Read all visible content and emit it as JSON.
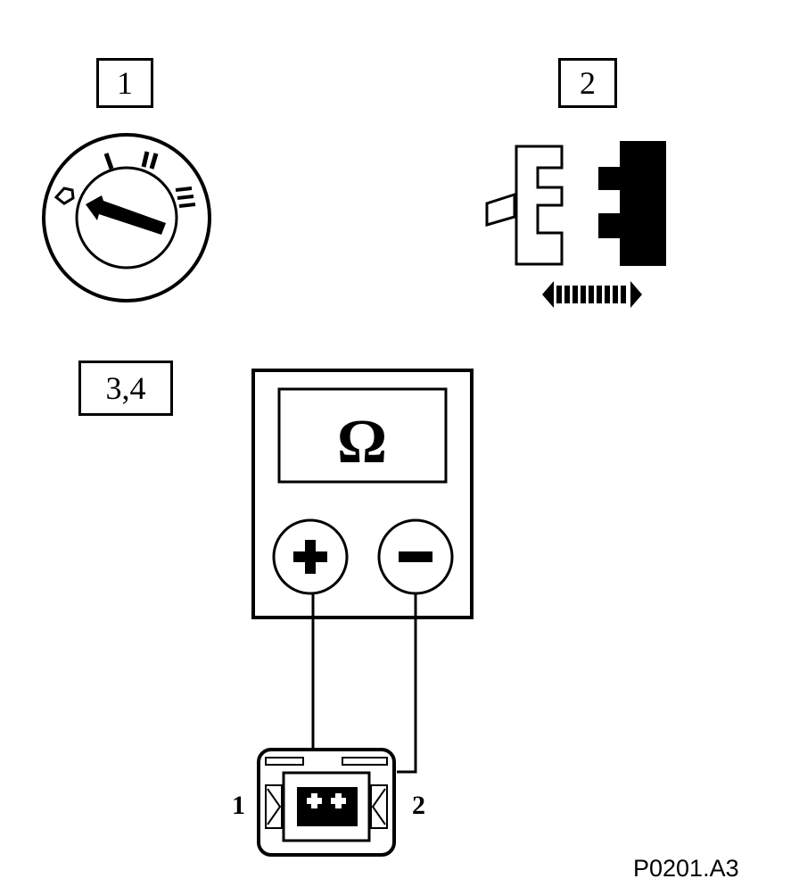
{
  "steps": {
    "step1_label": "1",
    "step2_label": "2",
    "step34_label": "3,4"
  },
  "ignition_switch": {
    "positions": [
      "0",
      "I",
      "II",
      "III"
    ],
    "pointer_position": "0"
  },
  "multimeter": {
    "display_symbol": "Ω",
    "positive_terminal": "+",
    "negative_terminal": "−"
  },
  "connector": {
    "pin1_label": "1",
    "pin2_label": "2"
  },
  "reference_code": "P0201.A3",
  "colors": {
    "ink": "#000000",
    "paper": "#ffffff"
  }
}
